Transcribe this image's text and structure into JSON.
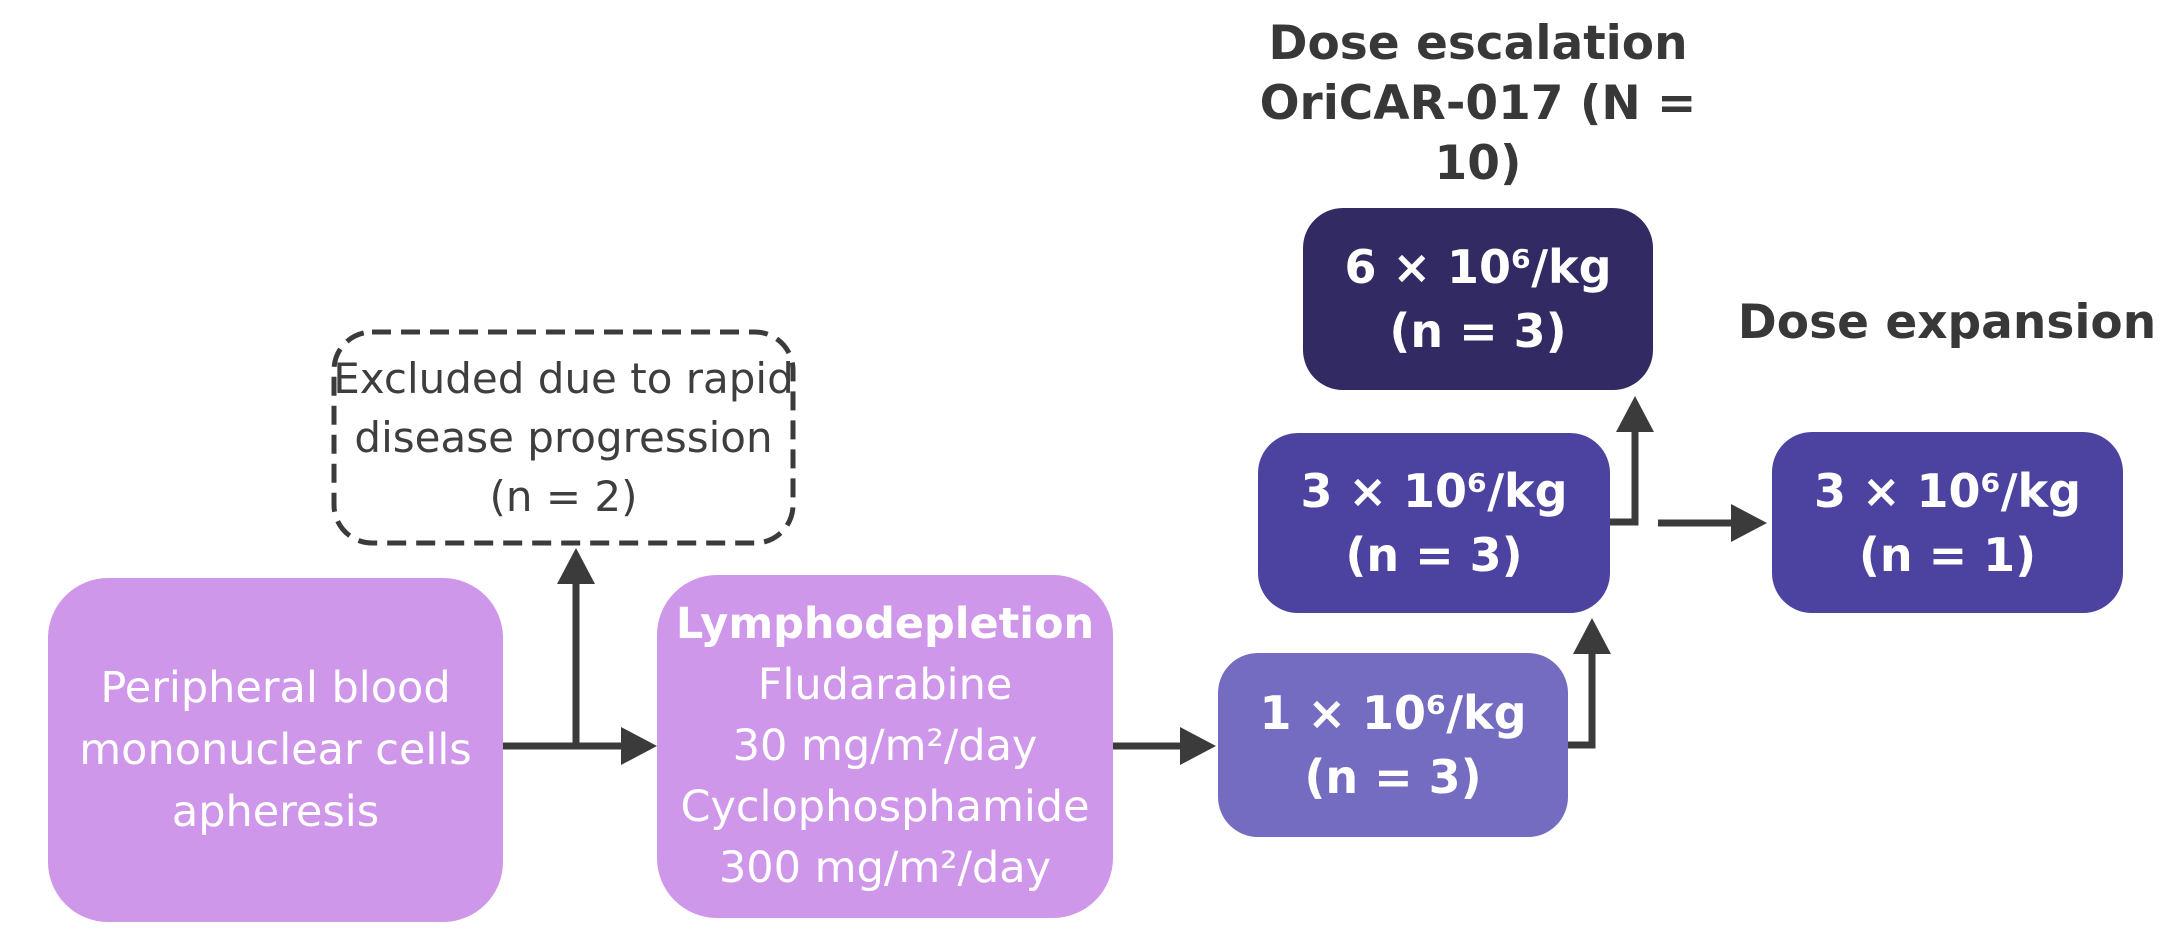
{
  "titles": {
    "dose_escalation": {
      "lines": [
        "Dose escalation",
        "OriCAR-017",
        "(N = 10)"
      ]
    },
    "dose_expansion": {
      "lines": [
        "Dose",
        "expansion"
      ]
    }
  },
  "boxes": {
    "apheresis": {
      "lines": [
        "Peripheral blood",
        "mononuclear cells",
        "apheresis"
      ]
    },
    "excluded": {
      "lines": [
        "Excluded due to rapid",
        "disease progression",
        "(n = 2)"
      ]
    },
    "lymphodepletion": {
      "title": "Lymphodepletion",
      "lines": [
        "Fludarabine",
        "30 mg/m²/day",
        "Cyclophosphamide",
        "300 mg/m²/day"
      ]
    },
    "dose_1": {
      "lines": [
        "1 × 10⁶/kg",
        "(n = 3)"
      ]
    },
    "dose_3": {
      "lines": [
        "3 × 10⁶/kg",
        "(n = 3)"
      ]
    },
    "dose_6": {
      "lines": [
        "6 × 10⁶/kg",
        "(n = 3)"
      ]
    },
    "expansion": {
      "lines": [
        "3 × 10⁶/kg",
        "(n = 1)"
      ]
    }
  },
  "colors": {
    "light_purple": "#CF97E9",
    "periwinkle_purple": "#746CC1",
    "medium_purple": "#4C42A0",
    "dark_navy": "#322B63",
    "ink": "#3B3B3B",
    "box_text": "#FFFFFF"
  }
}
